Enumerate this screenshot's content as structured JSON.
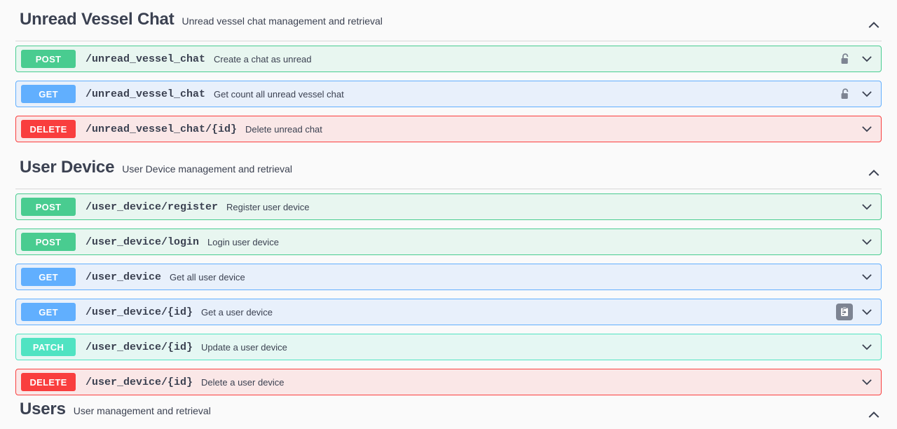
{
  "page": {
    "background_color": "#fafafa",
    "text_color": "#3b4151"
  },
  "colors": {
    "post": "#49cc90",
    "get": "#61affe",
    "delete": "#f93e3e",
    "patch": "#50e3c2",
    "post_bg": "#e8f6f0",
    "get_bg": "#e8f0fb",
    "delete_bg": "#fae7e7",
    "patch_bg": "#e5f7f3",
    "divider": "#d8d8d8"
  },
  "sections": [
    {
      "title": "Unread Vessel Chat",
      "description": "Unread vessel chat management and retrieval",
      "collapse_icon": "chevron-up-icon",
      "expanded": true,
      "operations": [
        {
          "method": "POST",
          "method_key": "post",
          "path": "/unread_vessel_chat",
          "summary": "Create a chat as unread",
          "auth_icon": "unlocked-padlock-icon",
          "copy_icon": null,
          "expand_icon": "chevron-down-icon"
        },
        {
          "method": "GET",
          "method_key": "get",
          "path": "/unread_vessel_chat",
          "summary": "Get count all unread vessel chat",
          "auth_icon": "unlocked-padlock-icon",
          "copy_icon": null,
          "expand_icon": "chevron-down-icon"
        },
        {
          "method": "DELETE",
          "method_key": "delete",
          "path": "/unread_vessel_chat/{id}",
          "summary": "Delete unread chat",
          "auth_icon": null,
          "copy_icon": null,
          "expand_icon": "chevron-down-icon"
        }
      ]
    },
    {
      "title": "User Device",
      "description": "User Device management and retrieval",
      "collapse_icon": "chevron-up-icon",
      "expanded": true,
      "operations": [
        {
          "method": "POST",
          "method_key": "post",
          "path": "/user_device/register",
          "summary": "Register user device",
          "auth_icon": null,
          "copy_icon": null,
          "expand_icon": "chevron-down-icon"
        },
        {
          "method": "POST",
          "method_key": "post",
          "path": "/user_device/login",
          "summary": "Login user device",
          "auth_icon": null,
          "copy_icon": null,
          "expand_icon": "chevron-down-icon"
        },
        {
          "method": "GET",
          "method_key": "get",
          "path": "/user_device",
          "summary": "Get all user device",
          "auth_icon": null,
          "copy_icon": null,
          "expand_icon": "chevron-down-icon"
        },
        {
          "method": "GET",
          "method_key": "get",
          "path": "/user_device/{id}",
          "summary": "Get a user device",
          "auth_icon": null,
          "copy_icon": "clipboard-arrow-icon",
          "expand_icon": "chevron-down-icon"
        },
        {
          "method": "PATCH",
          "method_key": "patch",
          "path": "/user_device/{id}",
          "summary": "Update a user device",
          "auth_icon": null,
          "copy_icon": null,
          "expand_icon": "chevron-down-icon"
        },
        {
          "method": "DELETE",
          "method_key": "delete",
          "path": "/user_device/{id}",
          "summary": "Delete a user device",
          "auth_icon": null,
          "copy_icon": null,
          "expand_icon": "chevron-down-icon"
        }
      ]
    }
  ],
  "partial_section": {
    "title": "Users",
    "description": "User management and retrieval",
    "collapse_icon": "chevron-up-icon"
  }
}
